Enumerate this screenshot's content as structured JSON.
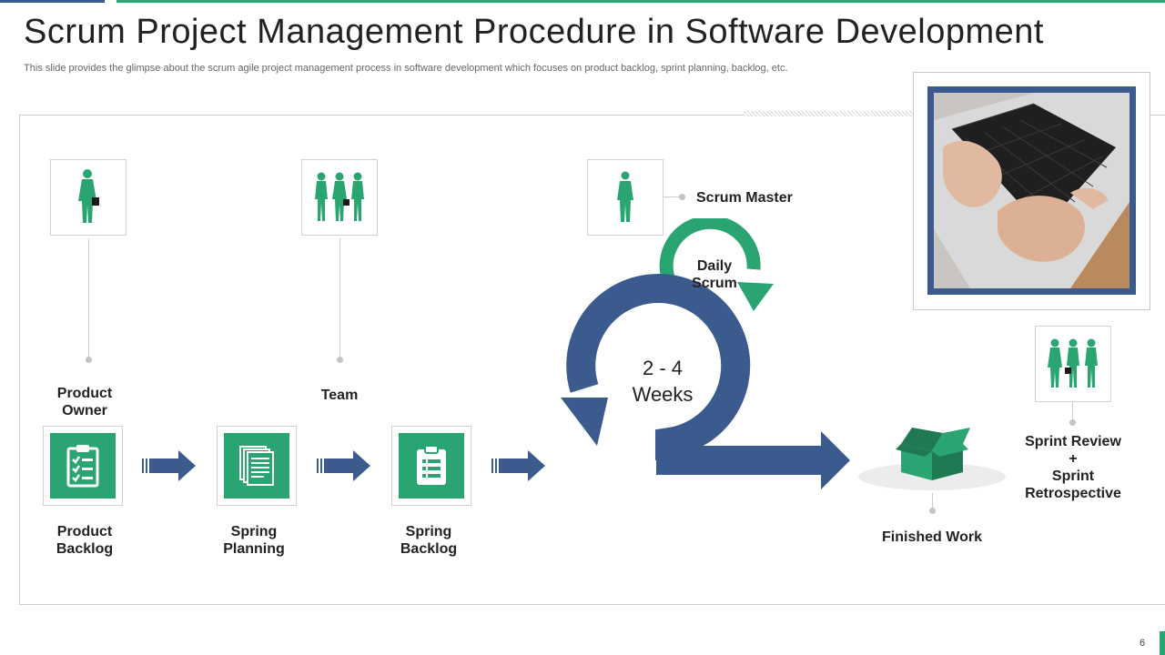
{
  "title": "Scrum Project Management Procedure in Software Development",
  "subtitle": "This slide provides the glimpse about the scrum agile project management process in software development which focuses on product backlog, sprint planning, backlog, etc.",
  "roles": {
    "product_owner": {
      "line1": "Product",
      "line2": "Owner"
    },
    "team": "Team",
    "scrum_master": "Scrum Master",
    "sprint_review": {
      "line1": "Sprint Review",
      "line2": "+",
      "line3": "Sprint",
      "line4": "Retrospective"
    }
  },
  "steps": {
    "product_backlog": {
      "line1": "Product",
      "line2": "Backlog"
    },
    "spring_planning": {
      "line1": "Spring",
      "line2": "Planning"
    },
    "spring_backlog": {
      "line1": "Spring",
      "line2": "Backlog"
    },
    "finished_work": "Finished Work"
  },
  "cycle": {
    "daily_scrum": {
      "line1": "Daily",
      "line2": "Scrum"
    },
    "duration": {
      "line1": "2 - 4",
      "line2": "Weeks"
    }
  },
  "page_number": "6",
  "colors": {
    "green": "#2aa572",
    "blue": "#3b5b8e",
    "border": "#cfcfcf"
  },
  "icons": [
    "person-female-icon",
    "team-icon",
    "person-male-icon",
    "clipboard-checklist-icon",
    "documents-icon",
    "clipboard-list-icon",
    "arrow-right-icon",
    "open-box-icon",
    "laptop-typing-photo"
  ]
}
